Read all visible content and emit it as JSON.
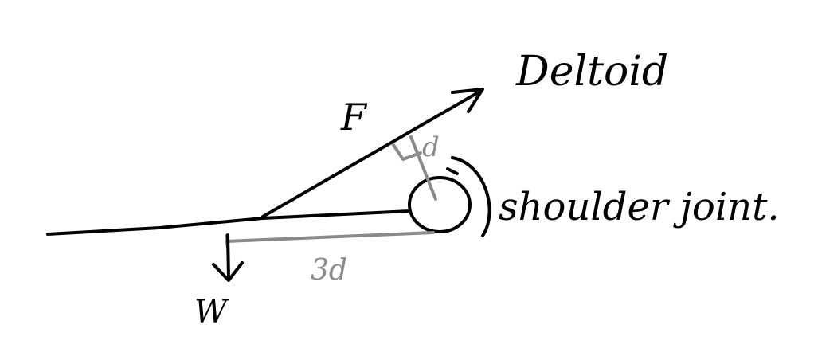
{
  "labels": {
    "muscle": "Deltoid",
    "force": "F",
    "perp_distance": "d",
    "joint": "shoulder joint.",
    "weight": "W",
    "lever_distance": "3d"
  },
  "colors": {
    "ink": "#000000",
    "dimension": "#8a8a8a",
    "background": "#ffffff"
  }
}
